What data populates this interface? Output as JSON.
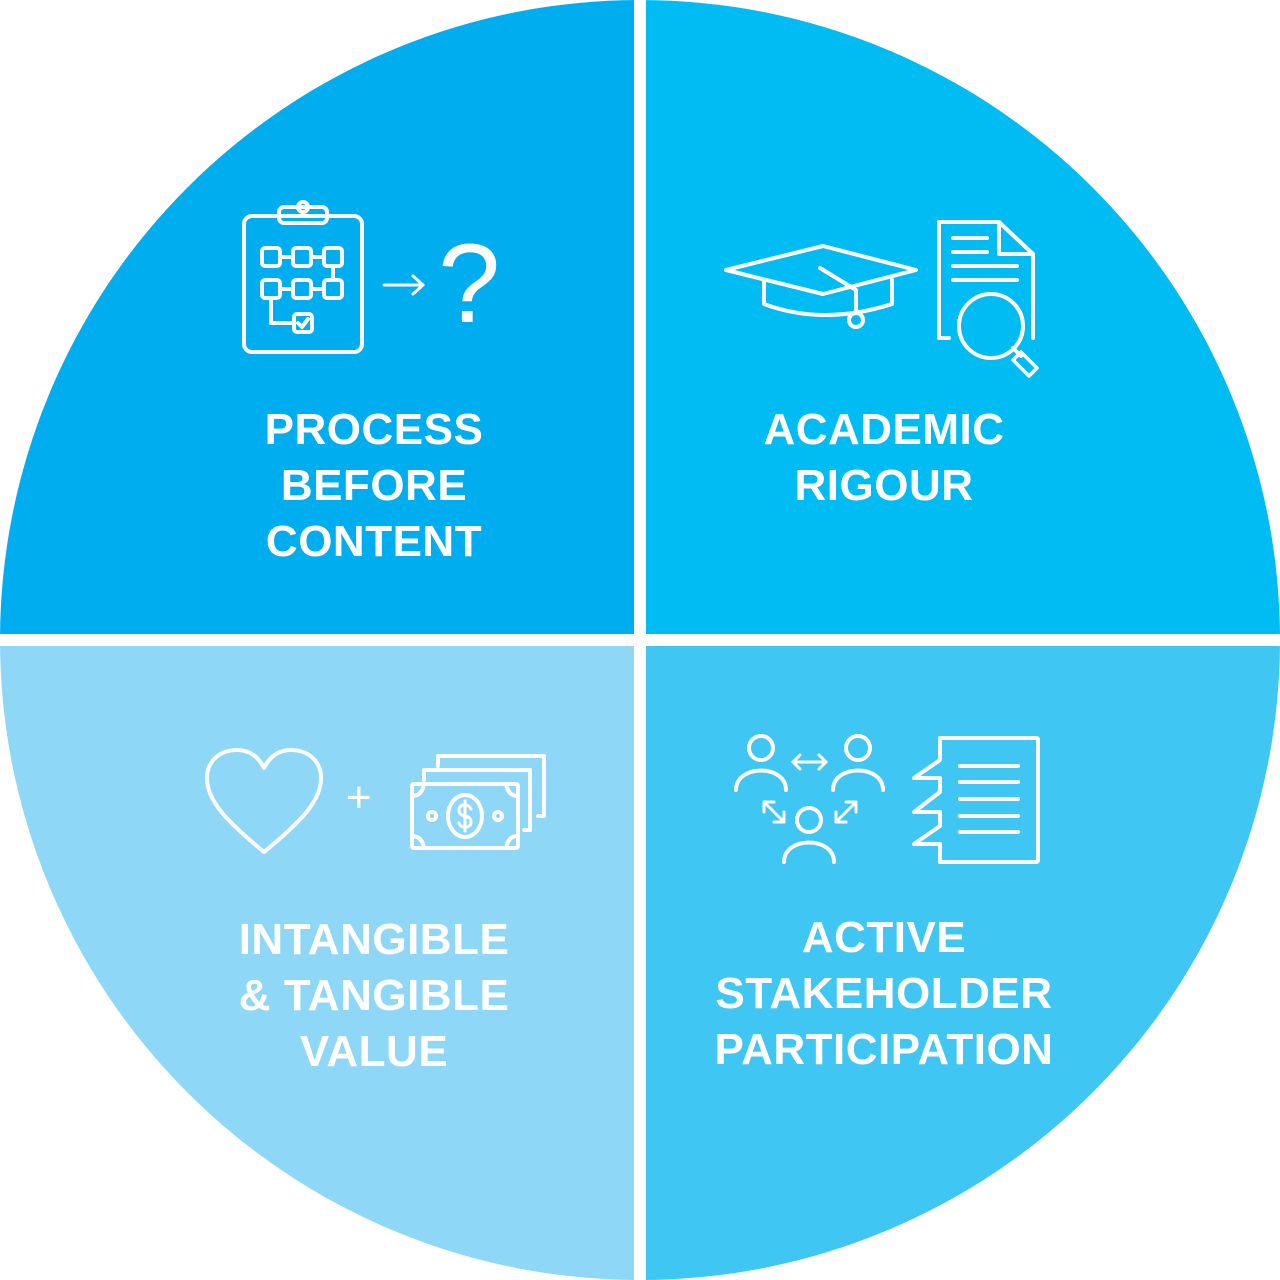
{
  "diagram": {
    "type": "four-quadrant-circle",
    "gap_color": "#ffffff",
    "quadrants": [
      {
        "id": "top-left",
        "color": "#00ADEE",
        "icons": [
          "clipboard-flowchart-icon",
          "arrow-right-icon",
          "question-mark-icon"
        ],
        "connector": "→",
        "symbol": "?",
        "label_lines": [
          "PROCESS",
          "BEFORE",
          "CONTENT"
        ]
      },
      {
        "id": "top-right",
        "color": "#00BCF2",
        "icons": [
          "graduation-cap-icon",
          "document-search-icon"
        ],
        "label_lines": [
          "ACADEMIC",
          "RIGOUR"
        ]
      },
      {
        "id": "bottom-left",
        "color": "#8FD7F7",
        "icons": [
          "heart-icon",
          "plus-icon",
          "money-bills-icon"
        ],
        "connector": "+",
        "label_lines": [
          "INTANGIBLE",
          "& TANGIBLE",
          "VALUE"
        ]
      },
      {
        "id": "bottom-right",
        "color": "#3FC6F3",
        "icons": [
          "people-exchange-icon",
          "speech-document-icon"
        ],
        "label_lines": [
          "ACTIVE",
          "STAKEHOLDER",
          "PARTICIPATION"
        ]
      }
    ]
  }
}
